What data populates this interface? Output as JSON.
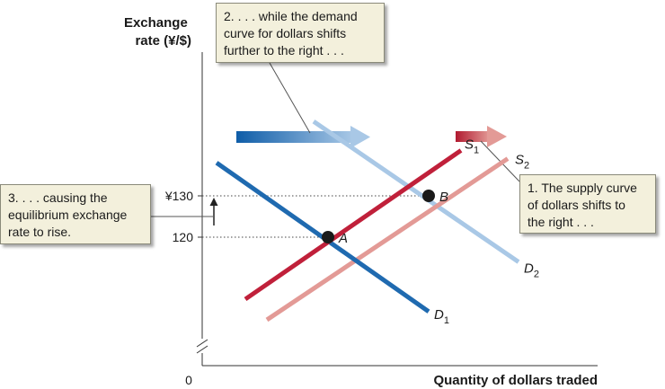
{
  "chart_data": {
    "type": "line",
    "ylabel": "Exchange\nrate (¥/$)",
    "xlabel": "Quantity of dollars traded",
    "origin_label": "0",
    "y_ticks": [
      {
        "value": 130,
        "label": "¥130"
      },
      {
        "value": 120,
        "label": "120"
      }
    ],
    "series": [
      {
        "name": "S1",
        "letter": "S",
        "sub": "1",
        "color": "#c0203a",
        "points": [
          [
            12,
            105
          ],
          [
            72,
            141
          ]
        ]
      },
      {
        "name": "S2",
        "letter": "S",
        "sub": "2",
        "color": "#e39a96",
        "points": [
          [
            18,
            100
          ],
          [
            85,
            139
          ]
        ]
      },
      {
        "name": "D1",
        "letter": "D",
        "sub": "1",
        "color": "#1f6ab0",
        "points": [
          [
            4,
            138
          ],
          [
            63,
            102
          ]
        ]
      },
      {
        "name": "D2",
        "letter": "D",
        "sub": "2",
        "color": "#a9c8e6",
        "points": [
          [
            31,
            148
          ],
          [
            88,
            114
          ]
        ]
      }
    ],
    "equilibria": [
      {
        "label": "A",
        "x": 35,
        "y": 120
      },
      {
        "label": "B",
        "x": 63,
        "y": 130
      }
    ],
    "annotations": [
      {
        "id": "note1",
        "text": "1. The supply curve\nof dollars shifts to\nthe right . . ."
      },
      {
        "id": "note2",
        "text": "2. . . . while the demand\ncurve for dollars shifts\nfurther to the right . . ."
      },
      {
        "id": "note3",
        "text": "3. . . . causing the\nequilibrium exchange\nrate to rise."
      }
    ],
    "accent_colors": {
      "supply_arrow": "#c0203a",
      "demand_arrow": "#1f6ab0",
      "note_bg": "#f3f0dc"
    }
  }
}
